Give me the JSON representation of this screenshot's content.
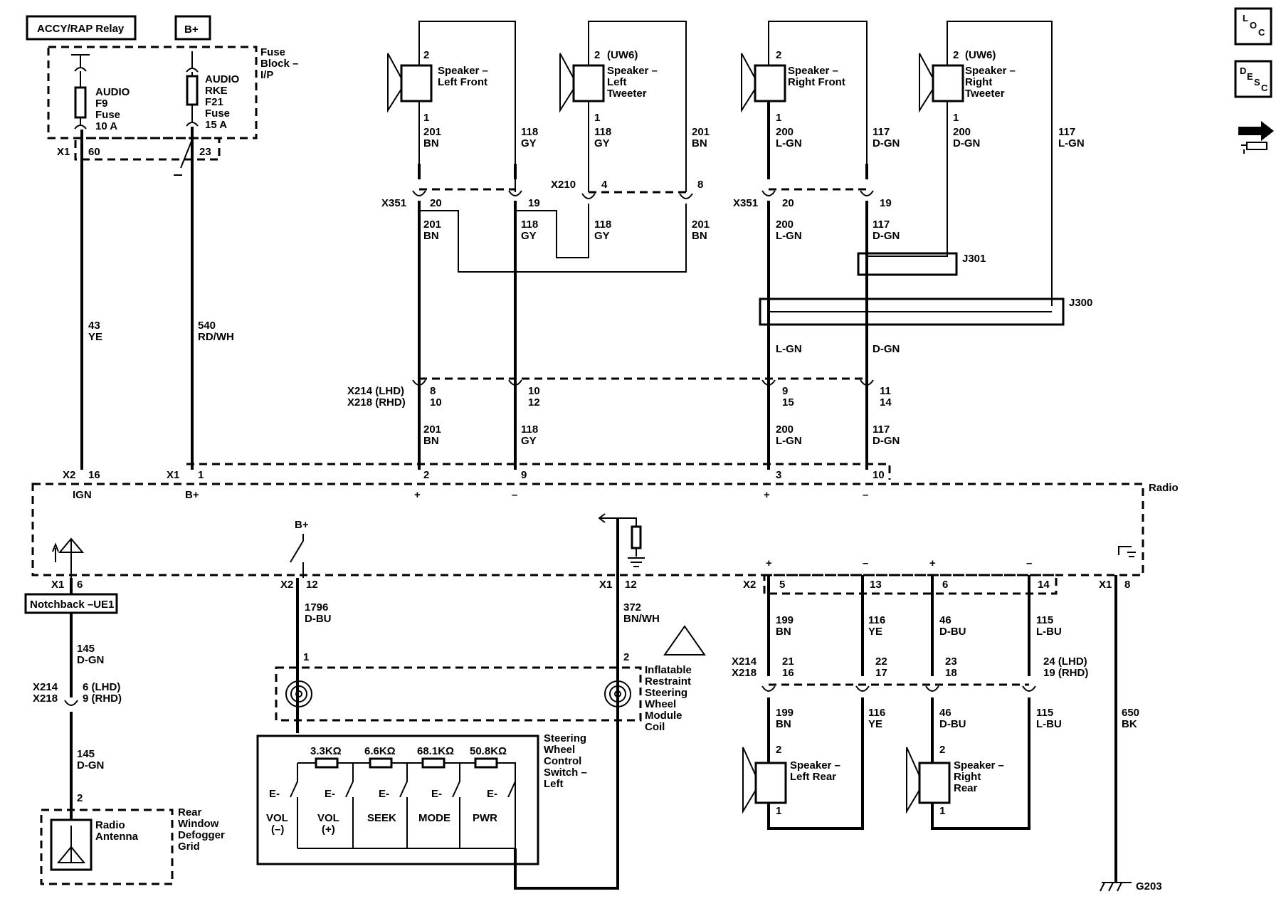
{
  "relay_labels": {
    "accy_rap": "ACCY/RAP Relay",
    "bplus": "B+"
  },
  "fuse_block": {
    "line1": "Fuse",
    "line2": "Block –",
    "line3": "I/P"
  },
  "fuses": {
    "audio": {
      "l1": "AUDIO",
      "l2": "F9",
      "l3": "Fuse",
      "l4": "10 A"
    },
    "rke": {
      "l1": "AUDIO",
      "l2": "RKE",
      "l3": "F21",
      "l4": "Fuse",
      "l5": "15 A"
    }
  },
  "speakers": {
    "left_front": {
      "l1": "Speaker –",
      "l2": "Left Front"
    },
    "left_tweeter": {
      "opt": "(UW6)",
      "l1": "Speaker –",
      "l2": "Left",
      "l3": "Tweeter"
    },
    "right_front": {
      "l1": "Speaker –",
      "l2": "Right Front"
    },
    "right_tweeter": {
      "opt": "(UW6)",
      "l1": "Speaker –",
      "l2": "Right",
      "l3": "Tweeter"
    },
    "left_rear": {
      "l1": "Speaker –",
      "l2": "Left Rear"
    },
    "right_rear": {
      "l1": "Speaker –",
      "l2": "Right",
      "l3": "Rear"
    }
  },
  "pins": {
    "p1": "1",
    "p2": "2",
    "p3": "3",
    "p4": "4",
    "p5": "5",
    "p6": "6",
    "p8": "8",
    "p9": "9",
    "p10": "10",
    "p11": "11",
    "p12": "12",
    "p13": "13",
    "p14": "14",
    "p15": "15",
    "p16": "16",
    "p17": "17",
    "p18": "18",
    "p19": "19",
    "p20": "20",
    "p21": "21",
    "p22": "22",
    "p23": "23",
    "p60": "60"
  },
  "pins_dual": {
    "lhd24": "24 (LHD)",
    "rhd19": "19 (RHD)",
    "lhd6": "6 (LHD)",
    "rhd9": "9 (RHD)"
  },
  "wires": {
    "c201": "201",
    "bn": "BN",
    "c118": "118",
    "gy": "GY",
    "c200": "200",
    "lgn": "L-GN",
    "c117": "117",
    "dgn": "D-GN",
    "c43": "43",
    "ye": "YE",
    "c540": "540",
    "rdwh": "RD/WH",
    "c199": "199",
    "c116": "116",
    "c46": "46",
    "dbu": "D-BU",
    "c115": "115",
    "lbu": "L-BU",
    "c650": "650",
    "bk": "BK",
    "c145": "145",
    "c1796": "1796",
    "c372": "372",
    "bnwh": "BN/WH"
  },
  "connectors": {
    "x1": "X1",
    "x2": "X2",
    "x351": "X351",
    "x210": "X210",
    "x214": "X214",
    "x218": "X218",
    "x214_lhd": "X214 (LHD)",
    "x218_rhd": "X218 (RHD)",
    "j301": "J301",
    "j300": "J300",
    "g203": "G203"
  },
  "radio": {
    "label": "Radio",
    "ign": "IGN",
    "bplus": "B+",
    "plus": "+",
    "minus": "–"
  },
  "notchback": "Notchback –UE1",
  "antenna": {
    "l1": "Radio",
    "l2": "Antenna"
  },
  "defogger": {
    "l1": "Rear",
    "l2": "Window",
    "l3": "Defogger",
    "l4": "Grid"
  },
  "coil": {
    "l1": "Inflatable",
    "l2": "Restraint",
    "l3": "Steering",
    "l4": "Wheel",
    "l5": "Module",
    "l6": "Coil"
  },
  "swc": {
    "l1": "Steering",
    "l2": "Wheel",
    "l3": "Control",
    "l4": "Switch –",
    "l5": "Left"
  },
  "resistors": [
    "3.3KΩ",
    "6.6KΩ",
    "68.1KΩ",
    "50.8KΩ"
  ],
  "switches": {
    "vol_minus": "VOL",
    "vol_minus_sub": "(–)",
    "vol_plus": "VOL",
    "vol_plus_sub": "(+)",
    "seek": "SEEK",
    "mode": "MODE",
    "pwr": "PWR"
  },
  "nav_icons": [
    "loc-icon",
    "desc-icon",
    "connector-views-icon"
  ]
}
